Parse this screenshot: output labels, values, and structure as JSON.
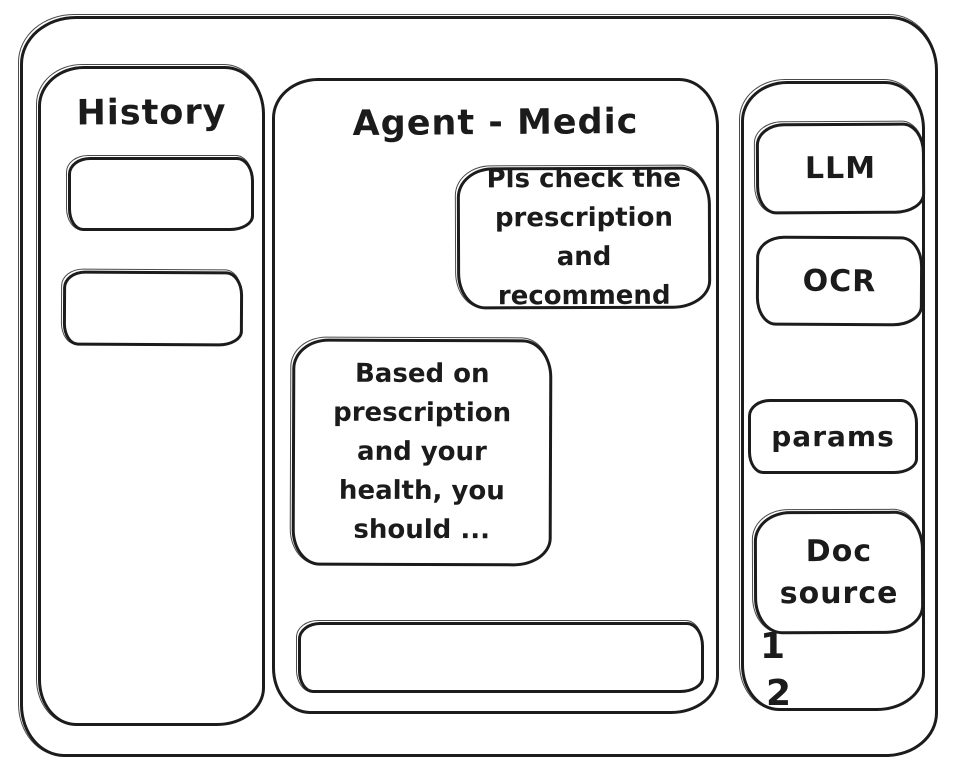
{
  "window": {
    "background": "#ffffff",
    "ink": "#1c1c1c"
  },
  "history_panel": {
    "title": "History",
    "items": [
      {
        "label": ""
      },
      {
        "label": ""
      }
    ]
  },
  "chat_panel": {
    "title": "Agent - Medic",
    "messages": [
      {
        "role": "user",
        "text": "Pls check the\nprescription\nand recommend"
      },
      {
        "role": "assistant",
        "text": "Based on\nprescription\nand your\nhealth, you\nshould ..."
      }
    ],
    "input": {
      "value": "",
      "placeholder": ""
    }
  },
  "tools_panel": {
    "buttons": [
      {
        "id": "llm",
        "label": "LLM"
      },
      {
        "id": "ocr",
        "label": "OCR"
      },
      {
        "id": "params",
        "label": "params"
      },
      {
        "id": "doc-source",
        "label": "Doc\nsource"
      }
    ],
    "annotations": [
      "1",
      "2"
    ]
  }
}
